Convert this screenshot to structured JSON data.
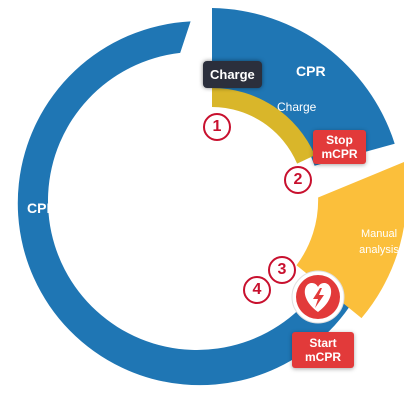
{
  "colors": {
    "cpr_blue": "#1f76b4",
    "charge_yellow": "#d9b62a",
    "analysis_yellow": "#fbbf3b",
    "button_red": "#e23a3a",
    "button_dark": "#2b2f3c",
    "number_red": "#c8102e"
  },
  "segments": {
    "cpr_left": "CPR",
    "cpr_top": "CPR",
    "charge": "Charge",
    "manual_analysis_line1": "Manual",
    "manual_analysis_line2": "analysis"
  },
  "buttons": {
    "charge": "Charge",
    "stop_line1": "Stop",
    "stop_line2": "mCPR",
    "start_line1": "Start",
    "start_line2": "mCPR",
    "shock_icon": "heart-bolt-icon"
  },
  "steps": [
    "1",
    "2",
    "3",
    "4"
  ]
}
